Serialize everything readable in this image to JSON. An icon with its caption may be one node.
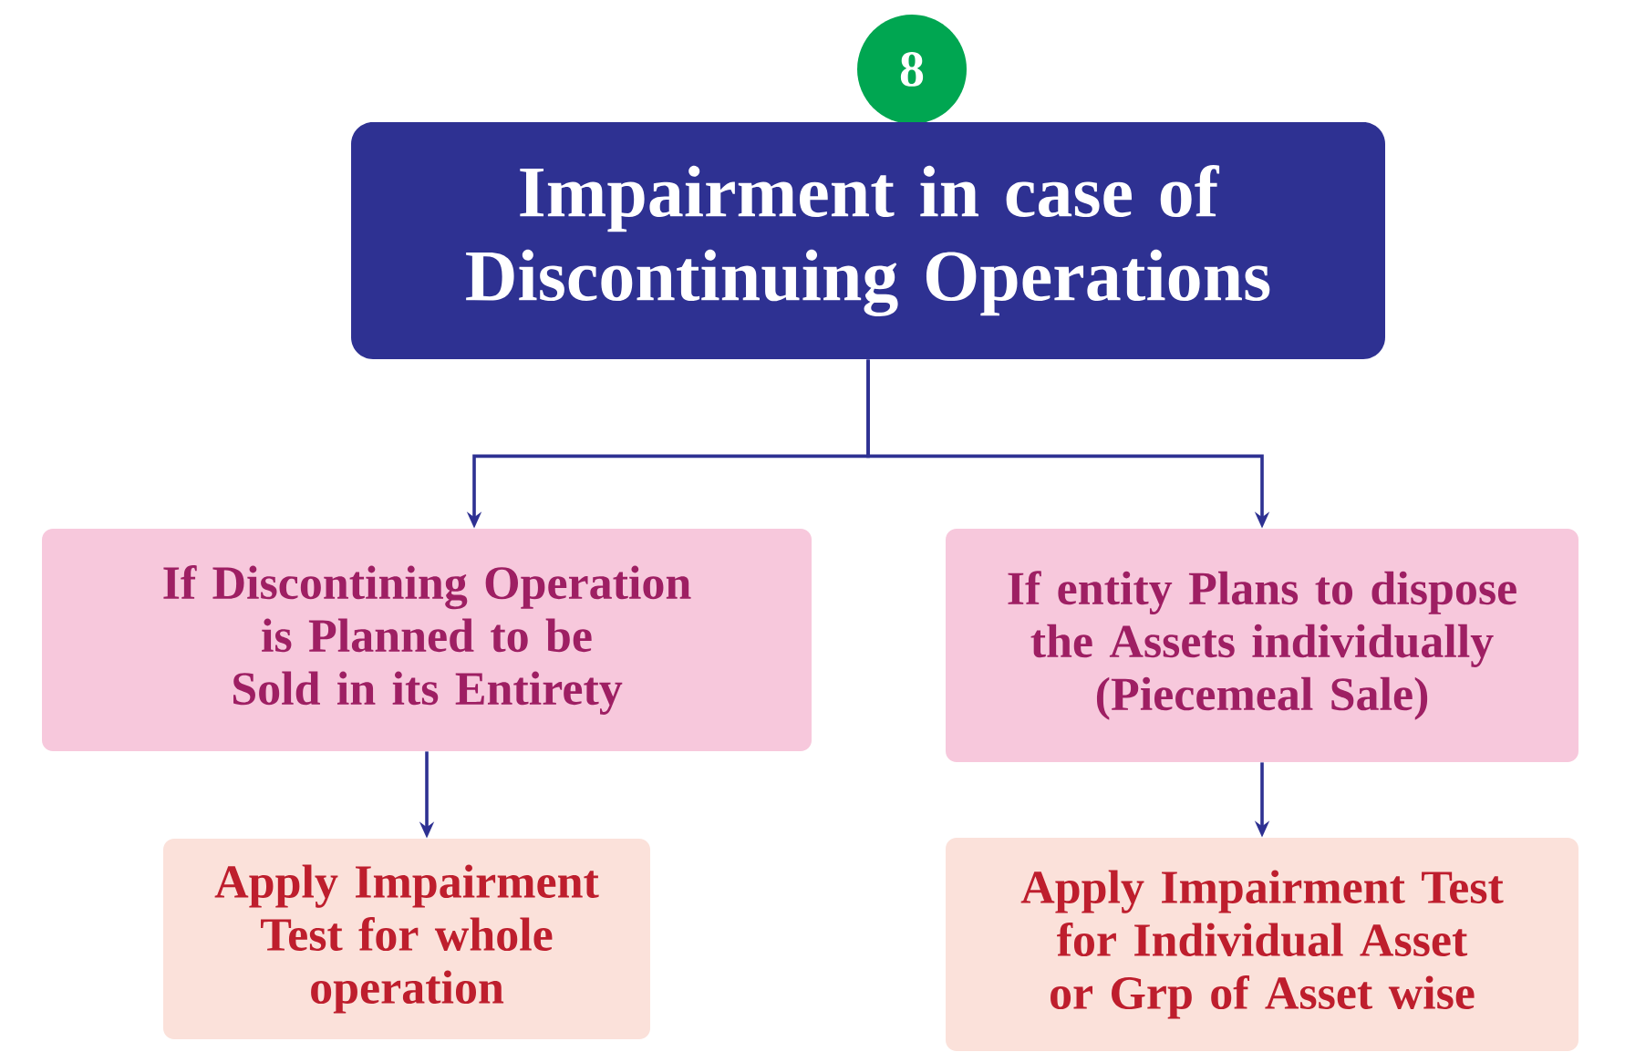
{
  "diagram": {
    "nodes": [
      {
        "text": [
          "8"
        ]
      },
      {
        "text": [
          "Impairment in case of Discontinuing Operations"
        ]
      },
      {
        "text": [
          "If Discontining Operation is Planned to be Sold in its Entirety"
        ]
      },
      {
        "text": [
          "If entity Plans to dispose the Assets individually (Piecemeal Sale)"
        ]
      },
      {
        "text": [
          "Apply Impairment Test for whole operation"
        ]
      },
      {
        "text": [
          "Apply Impairment Test for Individual Asset or Grp of Asset wise"
        ]
      }
    ],
    "edges": [
      {
        "from": 1,
        "to": 2,
        "arrow": "to"
      },
      {
        "from": 1,
        "to": 3,
        "arrow": "to"
      },
      {
        "from": 2,
        "to": 4,
        "arrow": "to"
      },
      {
        "from": 3,
        "to": 5,
        "arrow": "to"
      }
    ]
  }
}
